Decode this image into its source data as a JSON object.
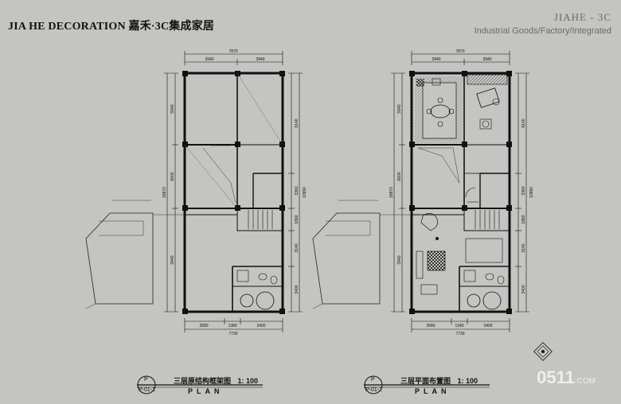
{
  "header": {
    "left_title": "JIA HE DECORATION 嘉禾·3C集成家居",
    "right_title": "JIAHE - 3C",
    "right_subtitle": "Industrial Goods/Factory/Integrated"
  },
  "plans": [
    {
      "title": "三层原结构框架图",
      "scale": "1: 100",
      "subtitle": "PLAN",
      "badge_top": "P",
      "badge_bottom": "P-01-1",
      "top_total": "7870",
      "top_dims": [
        "3940",
        "3940"
      ],
      "bottom_dims": [
        "3580",
        "1380",
        "3400"
      ],
      "bottom_total": "7730",
      "left_dims": [
        "5940",
        "8600",
        "3940"
      ],
      "left_total": "18870",
      "right_dims": [
        "8140",
        "3360",
        "1860",
        "3140",
        "3400"
      ],
      "right_total": "10990"
    },
    {
      "title": "三层平面布置图",
      "scale": "1: 100",
      "subtitle": "PLAN",
      "badge_top": "P",
      "badge_bottom": "P-01-2",
      "top_total": "7870",
      "top_dims": [
        "3940",
        "3940"
      ],
      "bottom_dims": [
        "3580",
        "1340",
        "3400"
      ],
      "bottom_total": "7730",
      "left_dims": [
        "5940",
        "8600",
        "3940"
      ],
      "left_total": "18870",
      "right_dims": [
        "8140",
        "3360",
        "1860",
        "3140",
        "3400"
      ],
      "right_total": "10990"
    }
  ],
  "watermark": {
    "text": "0511",
    "suffix": ".COM"
  }
}
